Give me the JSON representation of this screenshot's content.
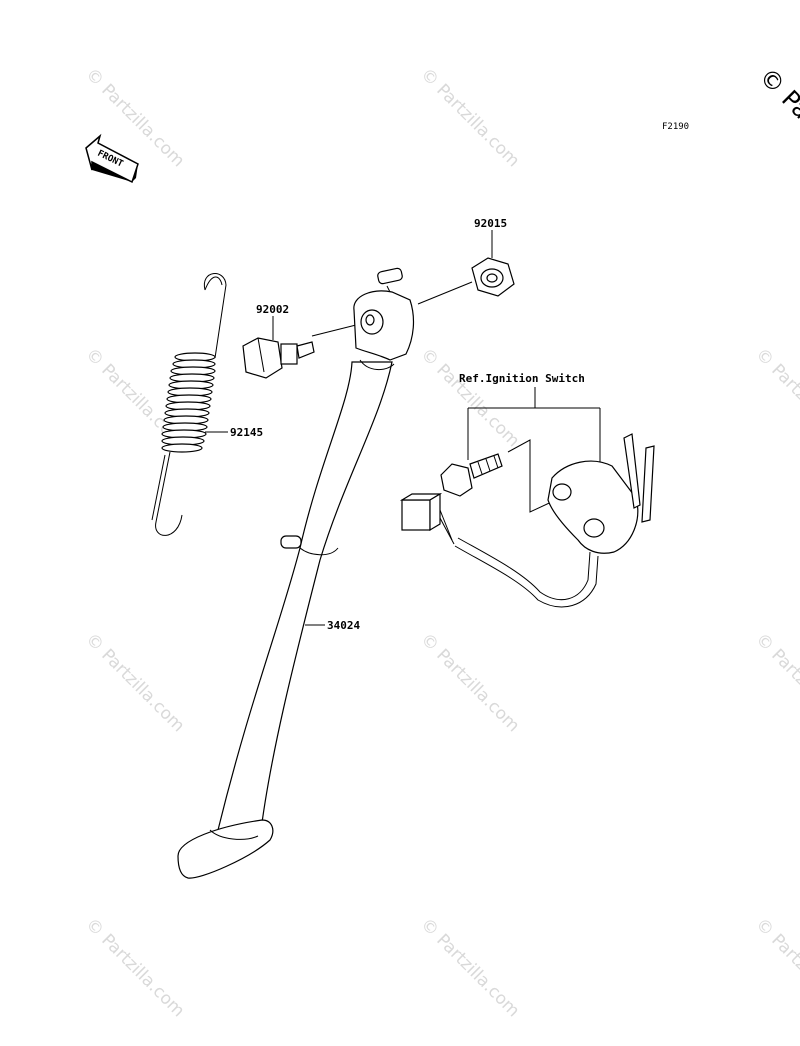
{
  "watermark": "© Partzilla.com",
  "corner_watermark": "© Pa",
  "figure_code": "F2190",
  "front_label": "FRONT",
  "callouts": {
    "nut": "92015",
    "bolt": "92002",
    "spring": "92145",
    "stand": "34024",
    "ref": "Ref.Ignition Switch"
  }
}
